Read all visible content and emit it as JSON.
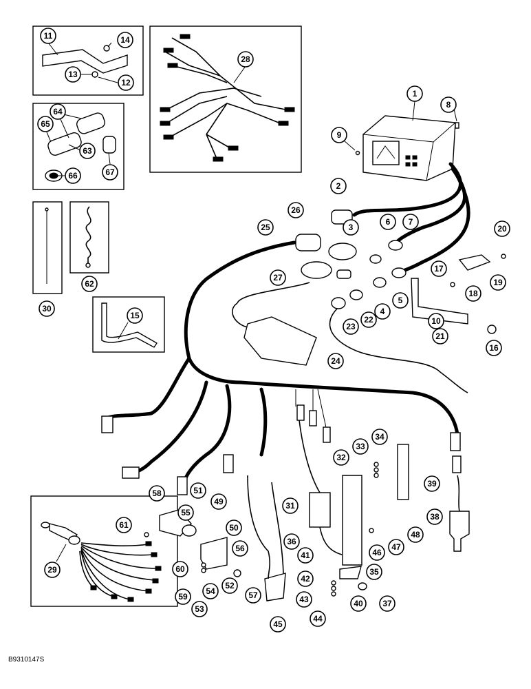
{
  "diagram": {
    "reference_code": "B9310147S",
    "callouts": [
      "1",
      "2",
      "3",
      "4",
      "5",
      "6",
      "7",
      "8",
      "9",
      "10",
      "11",
      "12",
      "13",
      "14",
      "15",
      "16",
      "17",
      "18",
      "19",
      "20",
      "21",
      "22",
      "23",
      "24",
      "25",
      "26",
      "27",
      "28",
      "29",
      "30",
      "31",
      "32",
      "33",
      "34",
      "35",
      "36",
      "37",
      "38",
      "39",
      "40",
      "41",
      "42",
      "43",
      "44",
      "45",
      "46",
      "47",
      "48",
      "49",
      "50",
      "51",
      "52",
      "53",
      "54",
      "55",
      "56",
      "57",
      "58",
      "59",
      "60",
      "61",
      "62",
      "63",
      "64",
      "65",
      "66",
      "67"
    ]
  }
}
